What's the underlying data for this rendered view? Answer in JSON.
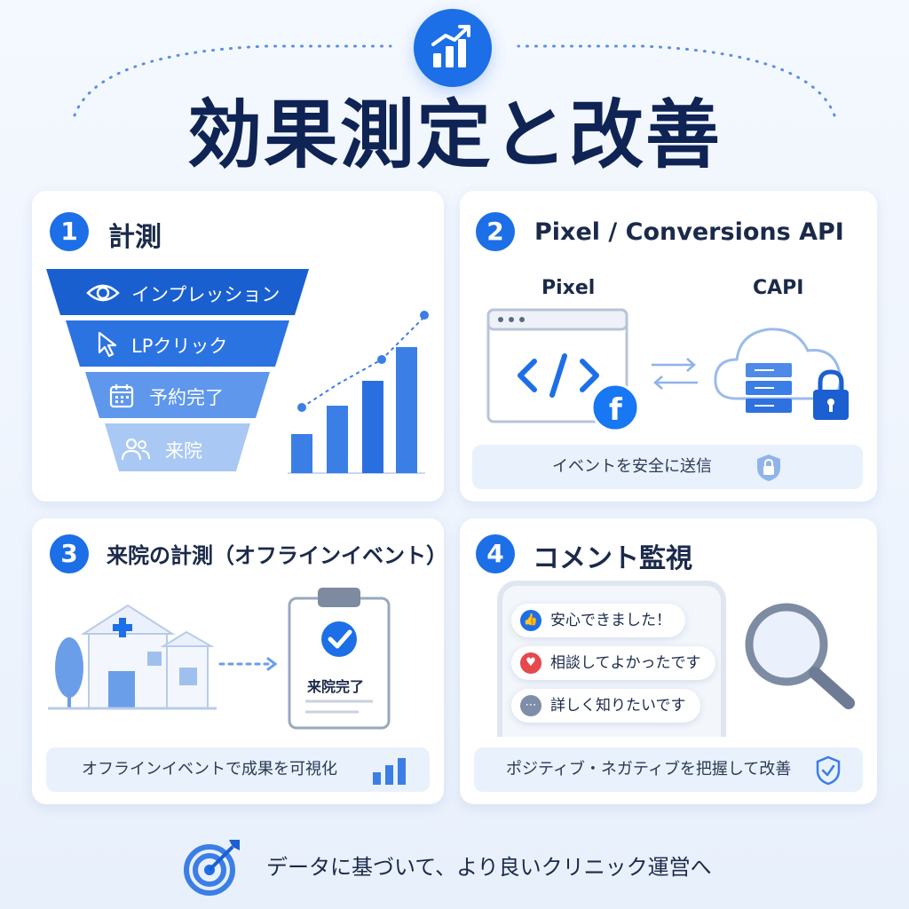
{
  "header": {
    "title": "効果測定と改善",
    "icon": "bar-chart-trend-icon",
    "accent": "#1c6fe6"
  },
  "cards": {
    "c1": {
      "number": "1",
      "title": "計測",
      "funnel": [
        {
          "label": "インプレッション",
          "icon": "eye-icon"
        },
        {
          "label": "LPクリック",
          "icon": "cursor-icon"
        },
        {
          "label": "予約完了",
          "icon": "calendar-icon"
        },
        {
          "label": "来院",
          "icon": "people-icon"
        }
      ]
    },
    "c2": {
      "number": "2",
      "title": "Pixel / Conversions API",
      "pixel_label": "Pixel",
      "capi_label": "CAPI",
      "pill": "イベントを安全に送信"
    },
    "c3": {
      "number": "3",
      "title": "来院の計測（オフラインイベント）",
      "clipboard_text": "来院完了",
      "pill": "オフラインイベントで成果を可視化"
    },
    "c4": {
      "number": "4",
      "title": "コメント監視",
      "comments": [
        {
          "text": "安心できました！",
          "icon": "thumbs-up-icon",
          "color": "#1c6fe6"
        },
        {
          "text": "相談してよかったです",
          "icon": "heart-icon",
          "color": "#e5484d"
        },
        {
          "text": "詳しく知りたいです",
          "icon": "ellipsis-icon",
          "color": "#7f8ea8"
        }
      ],
      "pill": "ポジティブ・ネガティブを把握して改善"
    }
  },
  "footer": {
    "text": "データに基づいて、より良いクリニック運営へ",
    "icon": "target-icon"
  }
}
